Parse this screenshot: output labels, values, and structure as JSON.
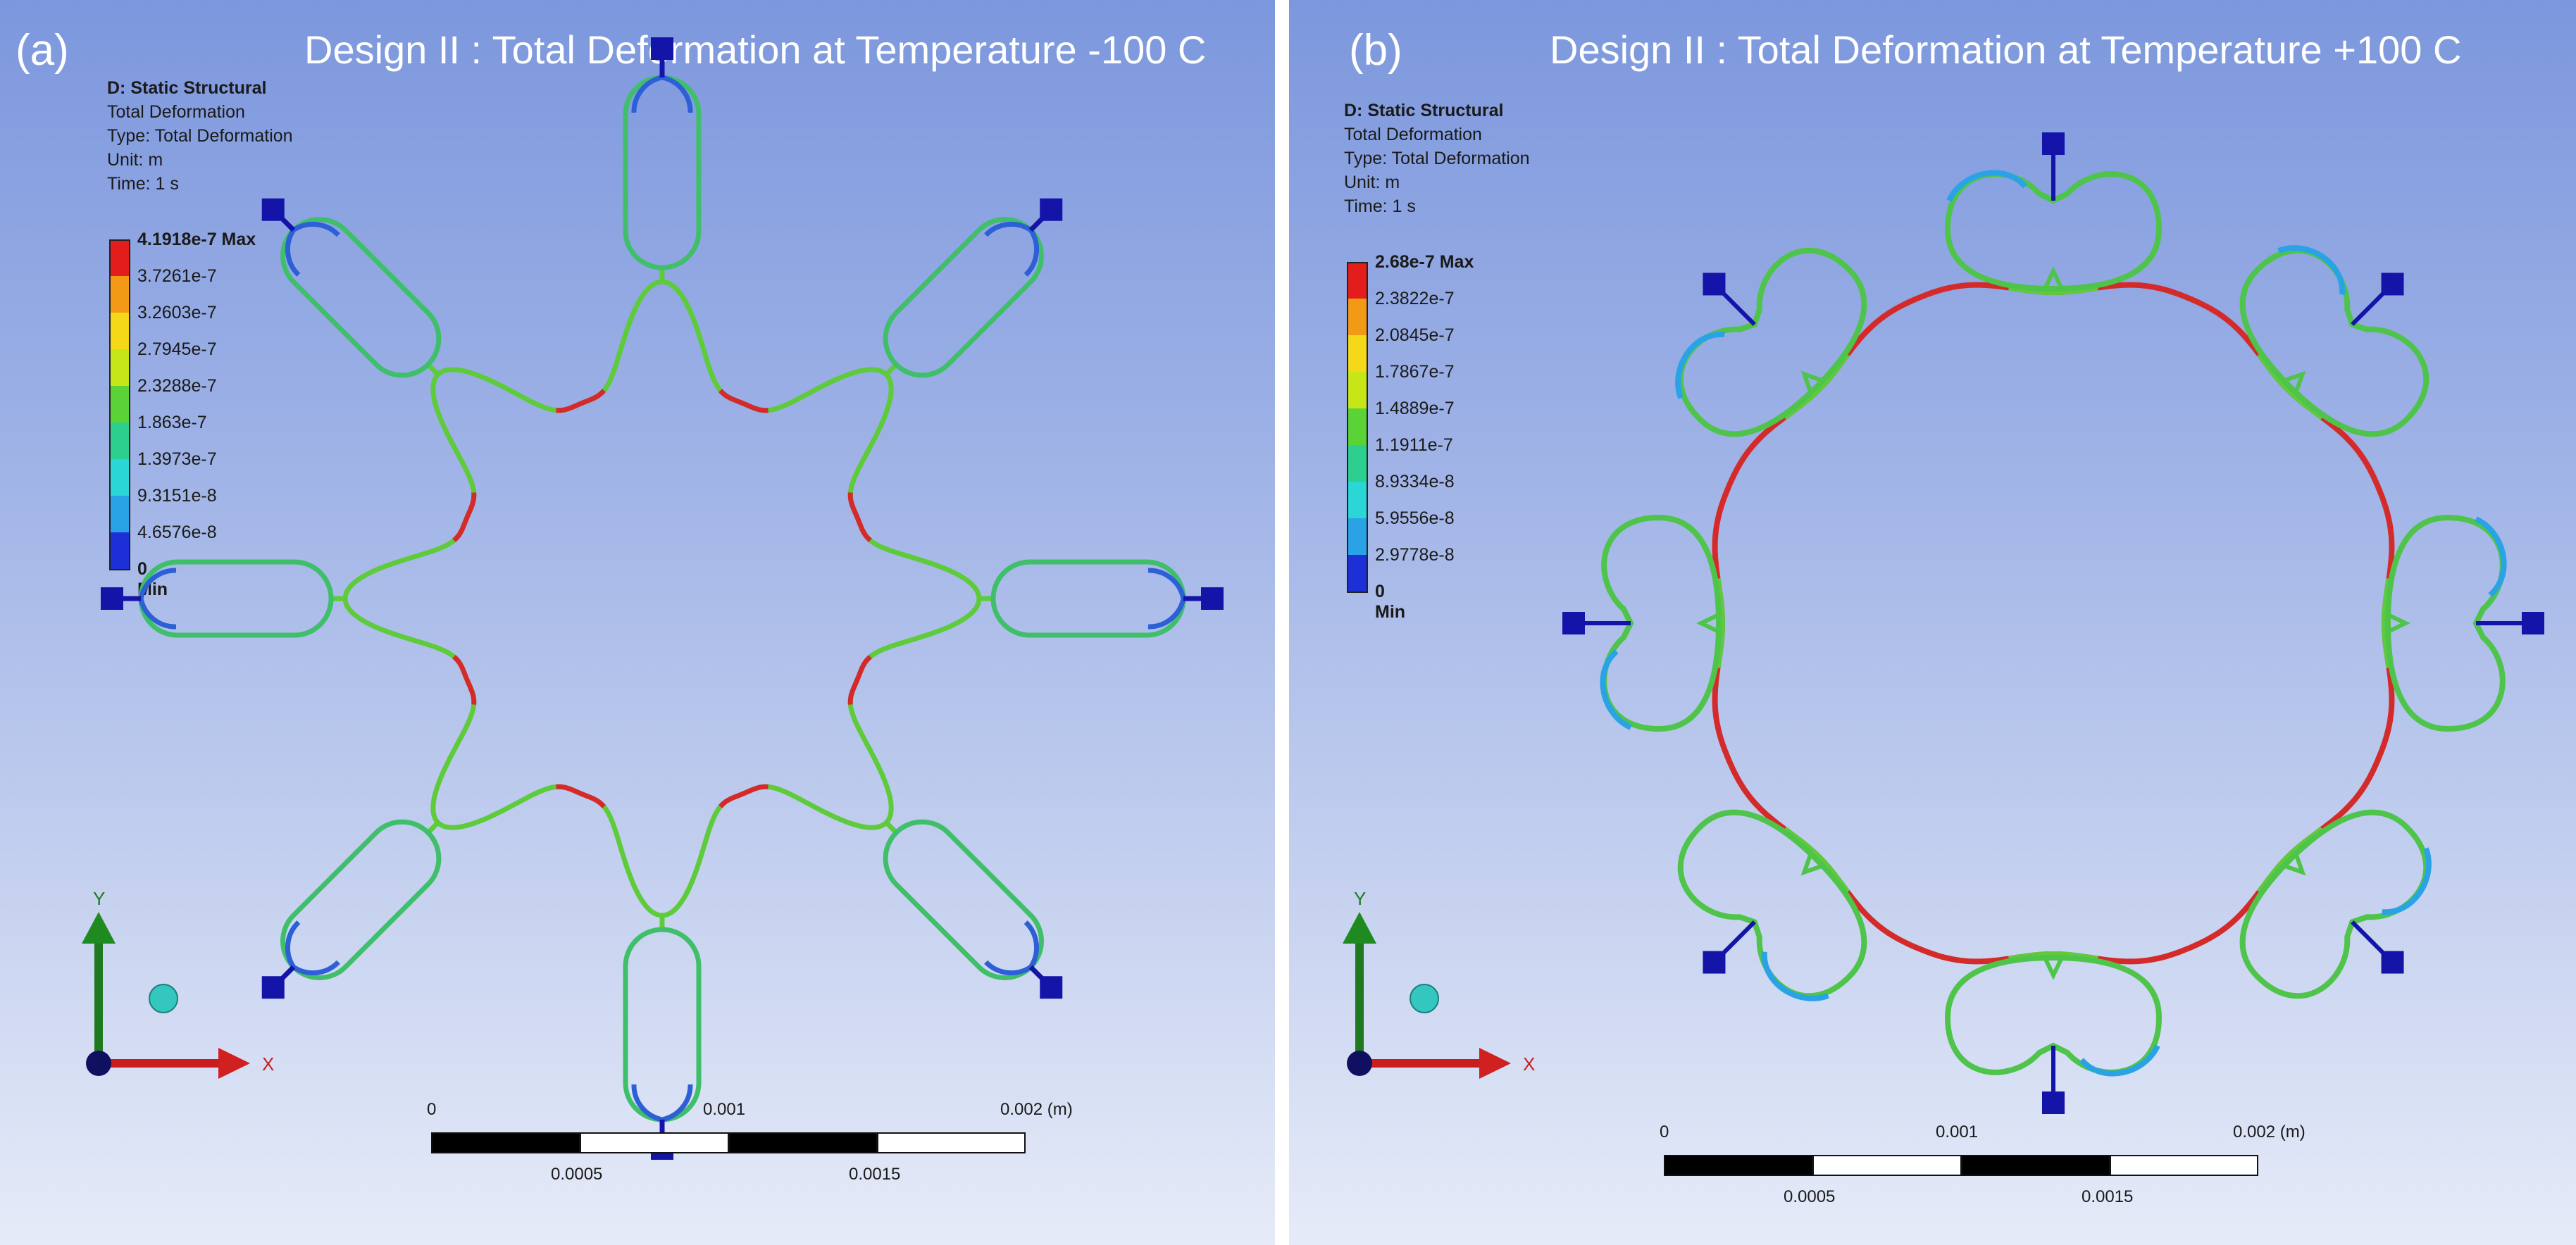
{
  "panel_a": {
    "label": "(a)",
    "title": "Design II : Total Deformation at Temperature -100 C",
    "info": {
      "analysis": "D: Static Structural",
      "result": "Total Deformation",
      "type": "Type: Total Deformation",
      "unit": "Unit: m",
      "time": "Time: 1 s"
    },
    "legend": [
      {
        "label": "4.1918e-7 Max",
        "color": "#e31c1c"
      },
      {
        "label": "3.7261e-7",
        "color": "#f29a16"
      },
      {
        "label": "3.2603e-7",
        "color": "#f5d817"
      },
      {
        "label": "2.7945e-7",
        "color": "#c6e617"
      },
      {
        "label": "2.3288e-7",
        "color": "#5bd336"
      },
      {
        "label": "1.863e-7",
        "color": "#2dcf8e"
      },
      {
        "label": "1.3973e-7",
        "color": "#2ad6d6"
      },
      {
        "label": "9.3151e-8",
        "color": "#2aa3e6"
      },
      {
        "label": "4.6576e-8",
        "color": "#1d2fd6"
      }
    ],
    "legend_min": "0 Min",
    "axis_y": "Y",
    "axis_x": "X",
    "scale": {
      "t0": "0",
      "t1": "0.001",
      "t2": "0.002 (m)",
      "b1": "0.0005",
      "b2": "0.0015"
    }
  },
  "panel_b": {
    "label": "(b)",
    "title": "Design II : Total Deformation at Temperature +100 C",
    "info": {
      "analysis": "D: Static Structural",
      "result": "Total Deformation",
      "type": "Type: Total Deformation",
      "unit": "Unit: m",
      "time": "Time: 1 s"
    },
    "legend": [
      {
        "label": "2.68e-7 Max",
        "color": "#e31c1c"
      },
      {
        "label": "2.3822e-7",
        "color": "#f29a16"
      },
      {
        "label": "2.0845e-7",
        "color": "#f5d817"
      },
      {
        "label": "1.7867e-7",
        "color": "#c6e617"
      },
      {
        "label": "1.4889e-7",
        "color": "#5bd336"
      },
      {
        "label": "1.1911e-7",
        "color": "#2dcf8e"
      },
      {
        "label": "8.9334e-8",
        "color": "#2ad6d6"
      },
      {
        "label": "5.9556e-8",
        "color": "#2aa3e6"
      },
      {
        "label": "2.9778e-8",
        "color": "#1d2fd6"
      }
    ],
    "legend_min": "0 Min",
    "axis_y": "Y",
    "axis_x": "X",
    "scale": {
      "t0": "0",
      "t1": "0.001",
      "t2": "0.002 (m)",
      "b1": "0.0005",
      "b2": "0.0015"
    }
  },
  "colors": {
    "support": "#1414a8",
    "ring_hot": "#d42a2a",
    "ring_mid": "#3fbf3f",
    "triad_y": "#1f7a1f",
    "triad_x": "#c81e1e",
    "sphere": "#34c7c0"
  }
}
